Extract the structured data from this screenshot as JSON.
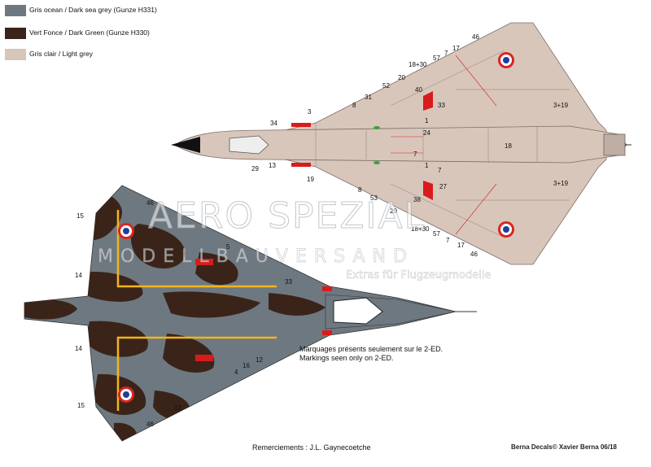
{
  "legend": [
    {
      "label": "Gris ocean / Dark sea grey (Gunze H331)",
      "color": "#6e7880"
    },
    {
      "label": "Vert Fonce / Dark Green (Gunze H330)",
      "color": "#3a2419"
    },
    {
      "label": "Gris clair / Light grey",
      "color": "#d8c6bb"
    }
  ],
  "watermark": {
    "line1": "AERO SPEZIAL",
    "line2": "MODELLBAUVERSAND",
    "line3": "Extras für Flugzeugmodelle"
  },
  "note": {
    "line1": "Marquages présents seulement sur le 2-ED.",
    "line2": "Markings seen only on 2-ED."
  },
  "credits": "Remerciements : J.L. Gaynecoetche",
  "signature": "Berna Decals© Xavier Berna 06/18",
  "top_view_labels": [
    "46",
    "17",
    "57",
    "7",
    "18+30",
    "20",
    "52",
    "40",
    "33",
    "31",
    "8",
    "3",
    "34",
    "24",
    "1",
    "7",
    "18",
    "3+19",
    "1",
    "7",
    "19",
    "29",
    "13",
    "8",
    "53",
    "38",
    "27",
    "20",
    "18+30",
    "57",
    "7",
    "17",
    "46",
    "3+19"
  ],
  "bottom_view_labels": [
    "46",
    "15",
    "5",
    "14",
    "33",
    "14",
    "12",
    "16",
    "4",
    "15",
    "12",
    "46"
  ],
  "colors": {
    "light_grey": "#d8c6bb",
    "dark_grey": "#6e7880",
    "dark_green": "#3a2419",
    "red": "#d81c1c",
    "yellow": "#f2b51b",
    "roundel_blue": "#1b3f9b",
    "roundel_red": "#d9251d"
  }
}
